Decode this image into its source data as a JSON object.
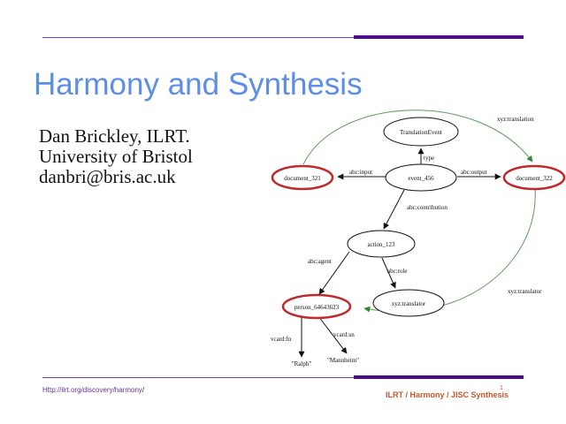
{
  "slide": {
    "title": "Harmony and Synthesis",
    "author_lines": [
      "Dan Brickley, ILRT.",
      "University of Bristol",
      "danbri@bris.ac.uk"
    ],
    "footer_url": "Http://ilrt.org/discovery/harmony/",
    "footer_title": "ILRT / Harmony / JISC Synthesis",
    "page_number": "1",
    "colors": {
      "title": "#5b8ee8",
      "rule": "#4b0c8c",
      "footer_title": "#c0592a",
      "highlight_node_border": "#c0282a",
      "green_edge": "#2e8b2e"
    }
  },
  "diagram": {
    "nodes": {
      "translation_event": "TranslationEvent",
      "event": "event_456",
      "document_in": "document_321",
      "document_out": "document_322",
      "action": "action_123",
      "translator_role": "xyz:translator",
      "person": "person_64643623",
      "ralph": "\"Ralph\"",
      "mannheim": "\"Mannheim\""
    },
    "edges": {
      "type": "type",
      "input": "abc:input",
      "output": "abc:output",
      "contribution": "abc:contribution",
      "agent": "abc:agent",
      "role": "abc:role",
      "fn": "vcard:fn",
      "sn": "vcard:sn",
      "translation": "xyz:translation",
      "translator": "xyz:translator"
    }
  }
}
